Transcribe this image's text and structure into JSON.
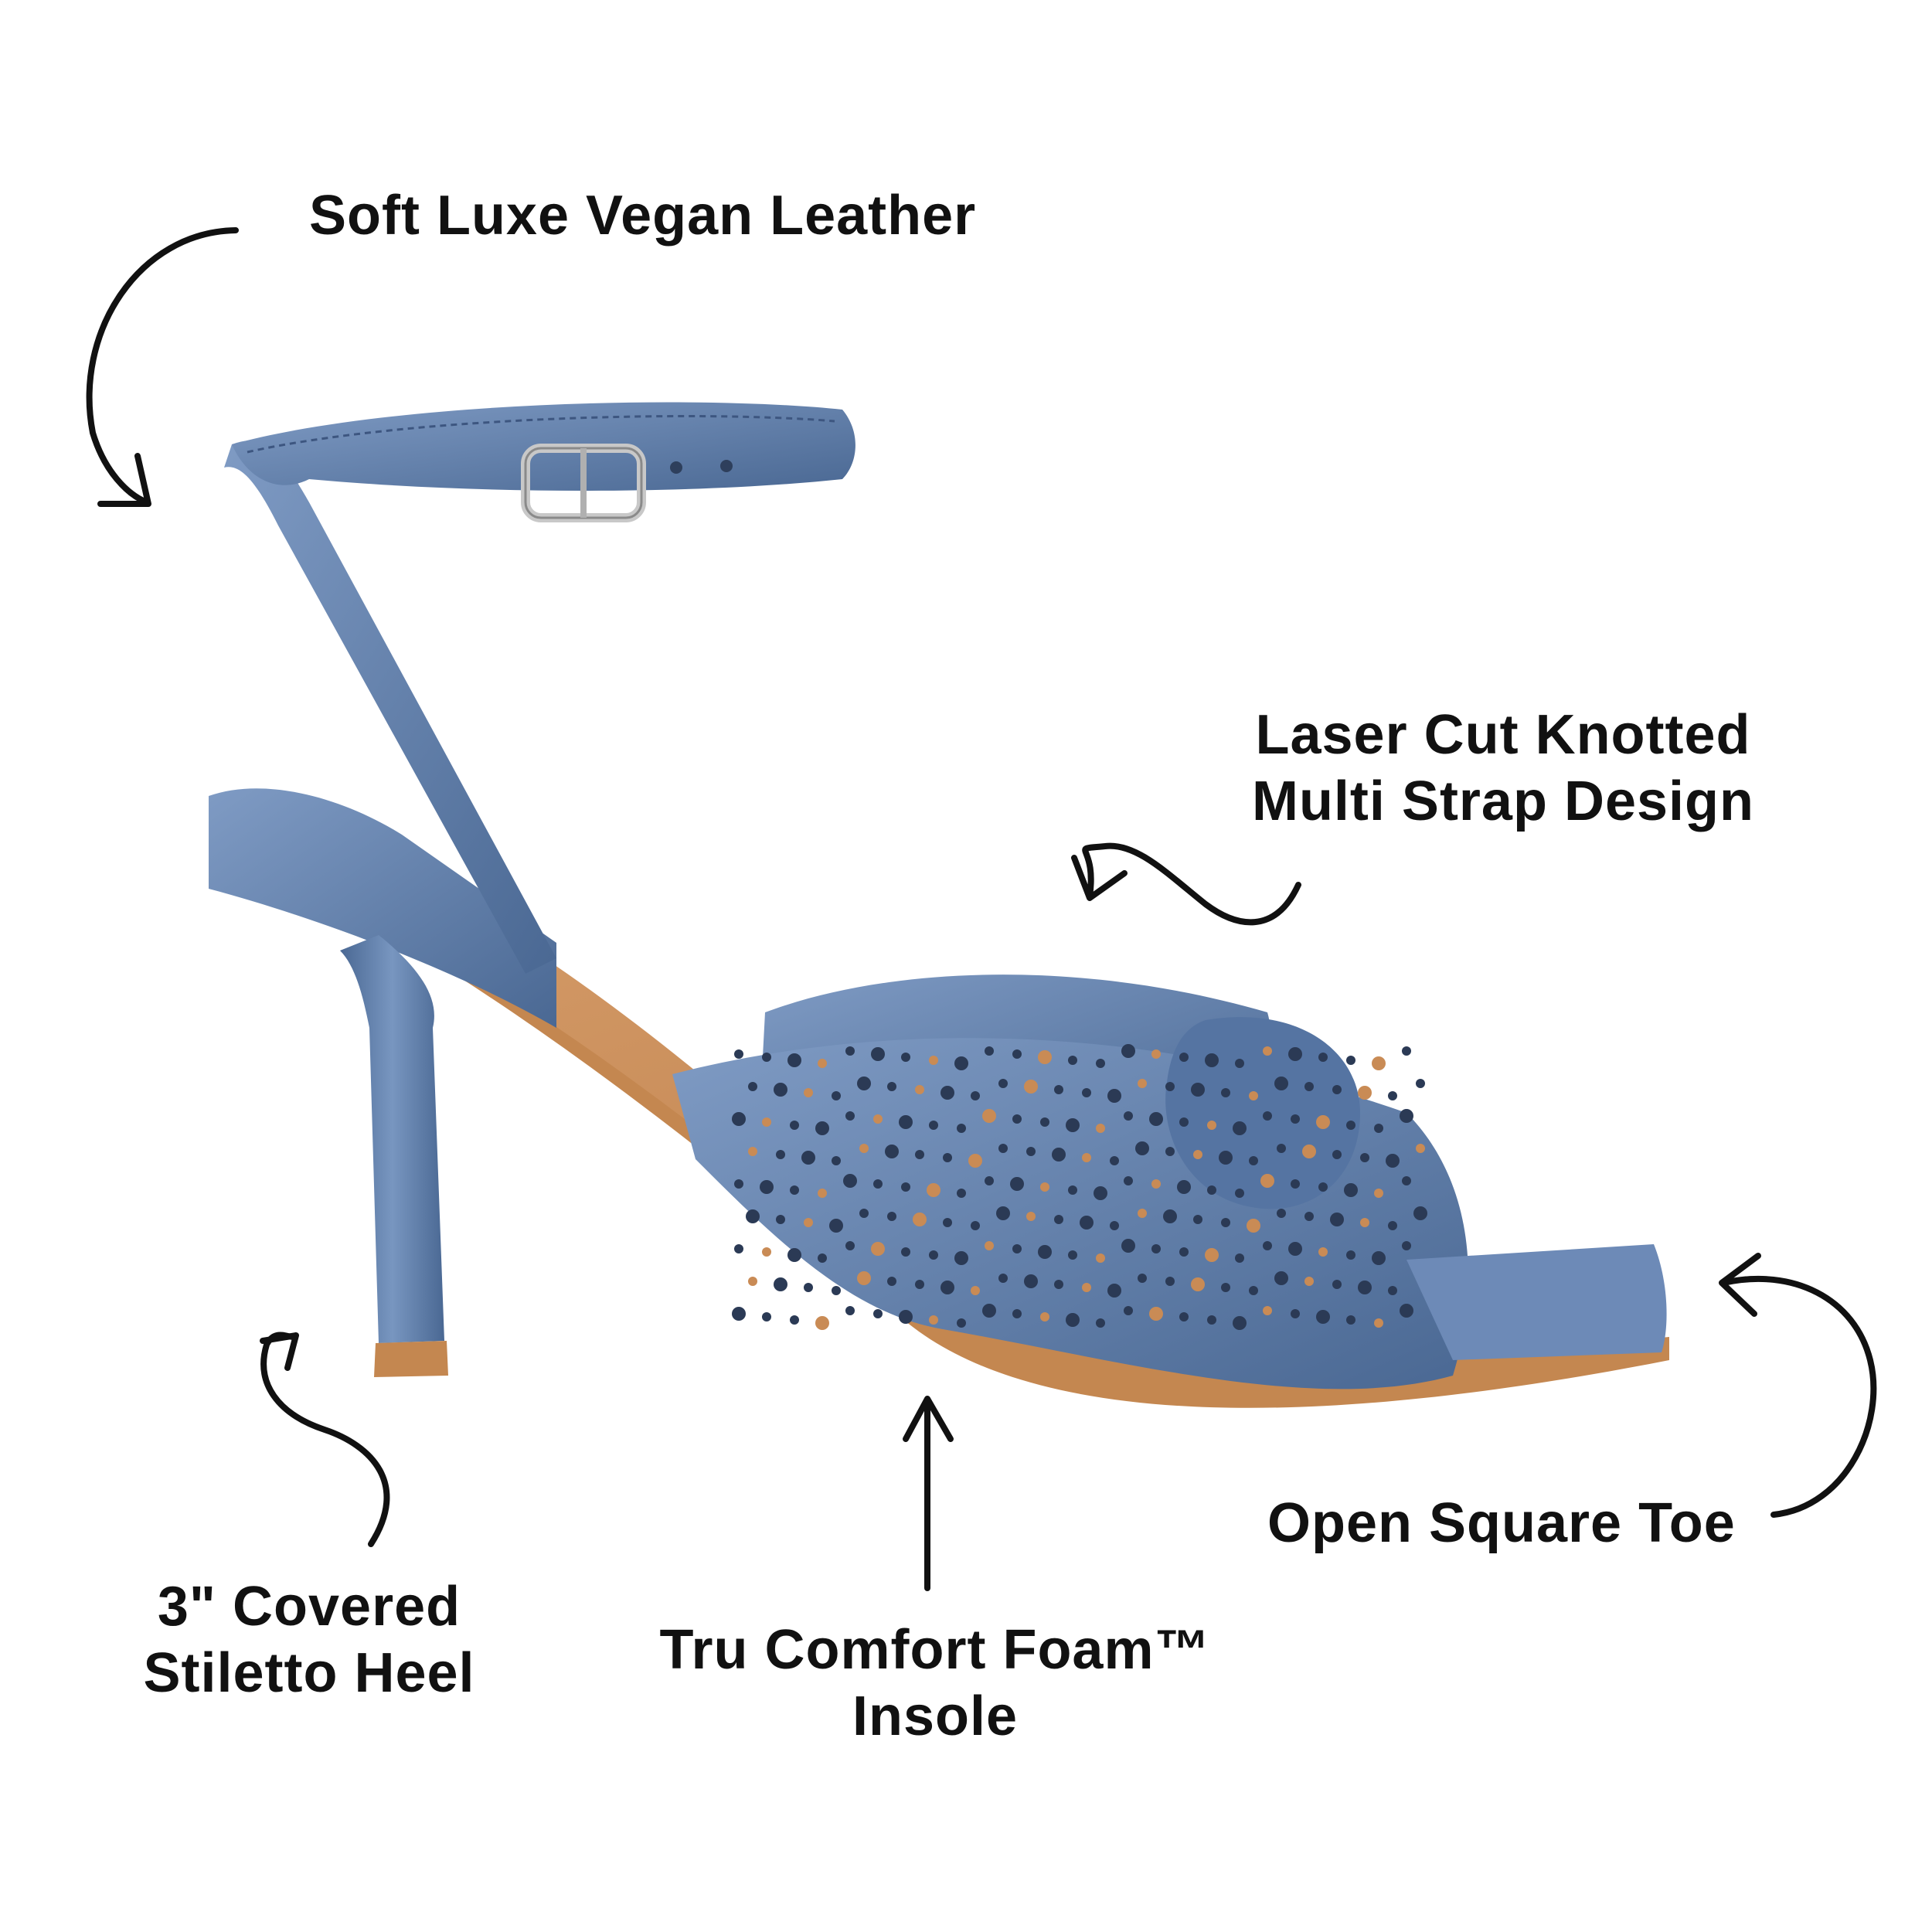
{
  "callouts": {
    "leather": "Soft Luxe Vegan Leather",
    "laser_line1": "Laser Cut Knotted",
    "laser_line2": "Multi Strap Design",
    "toe": "Open Square Toe",
    "heel_line1": "3\" Covered",
    "heel_line2": "Stiletto Heel",
    "insole_line1": "Tru Comfort Foam™",
    "insole_line2": "Insole"
  },
  "colors": {
    "leather": "#5f7fae",
    "leather_dark": "#4a6893",
    "leather_light": "#7f9bc4",
    "insole": "#c98b55",
    "outline": "#111111"
  },
  "icons": {
    "buckle": "buckle-icon",
    "arrows": [
      "curved-arrow-icon"
    ]
  }
}
